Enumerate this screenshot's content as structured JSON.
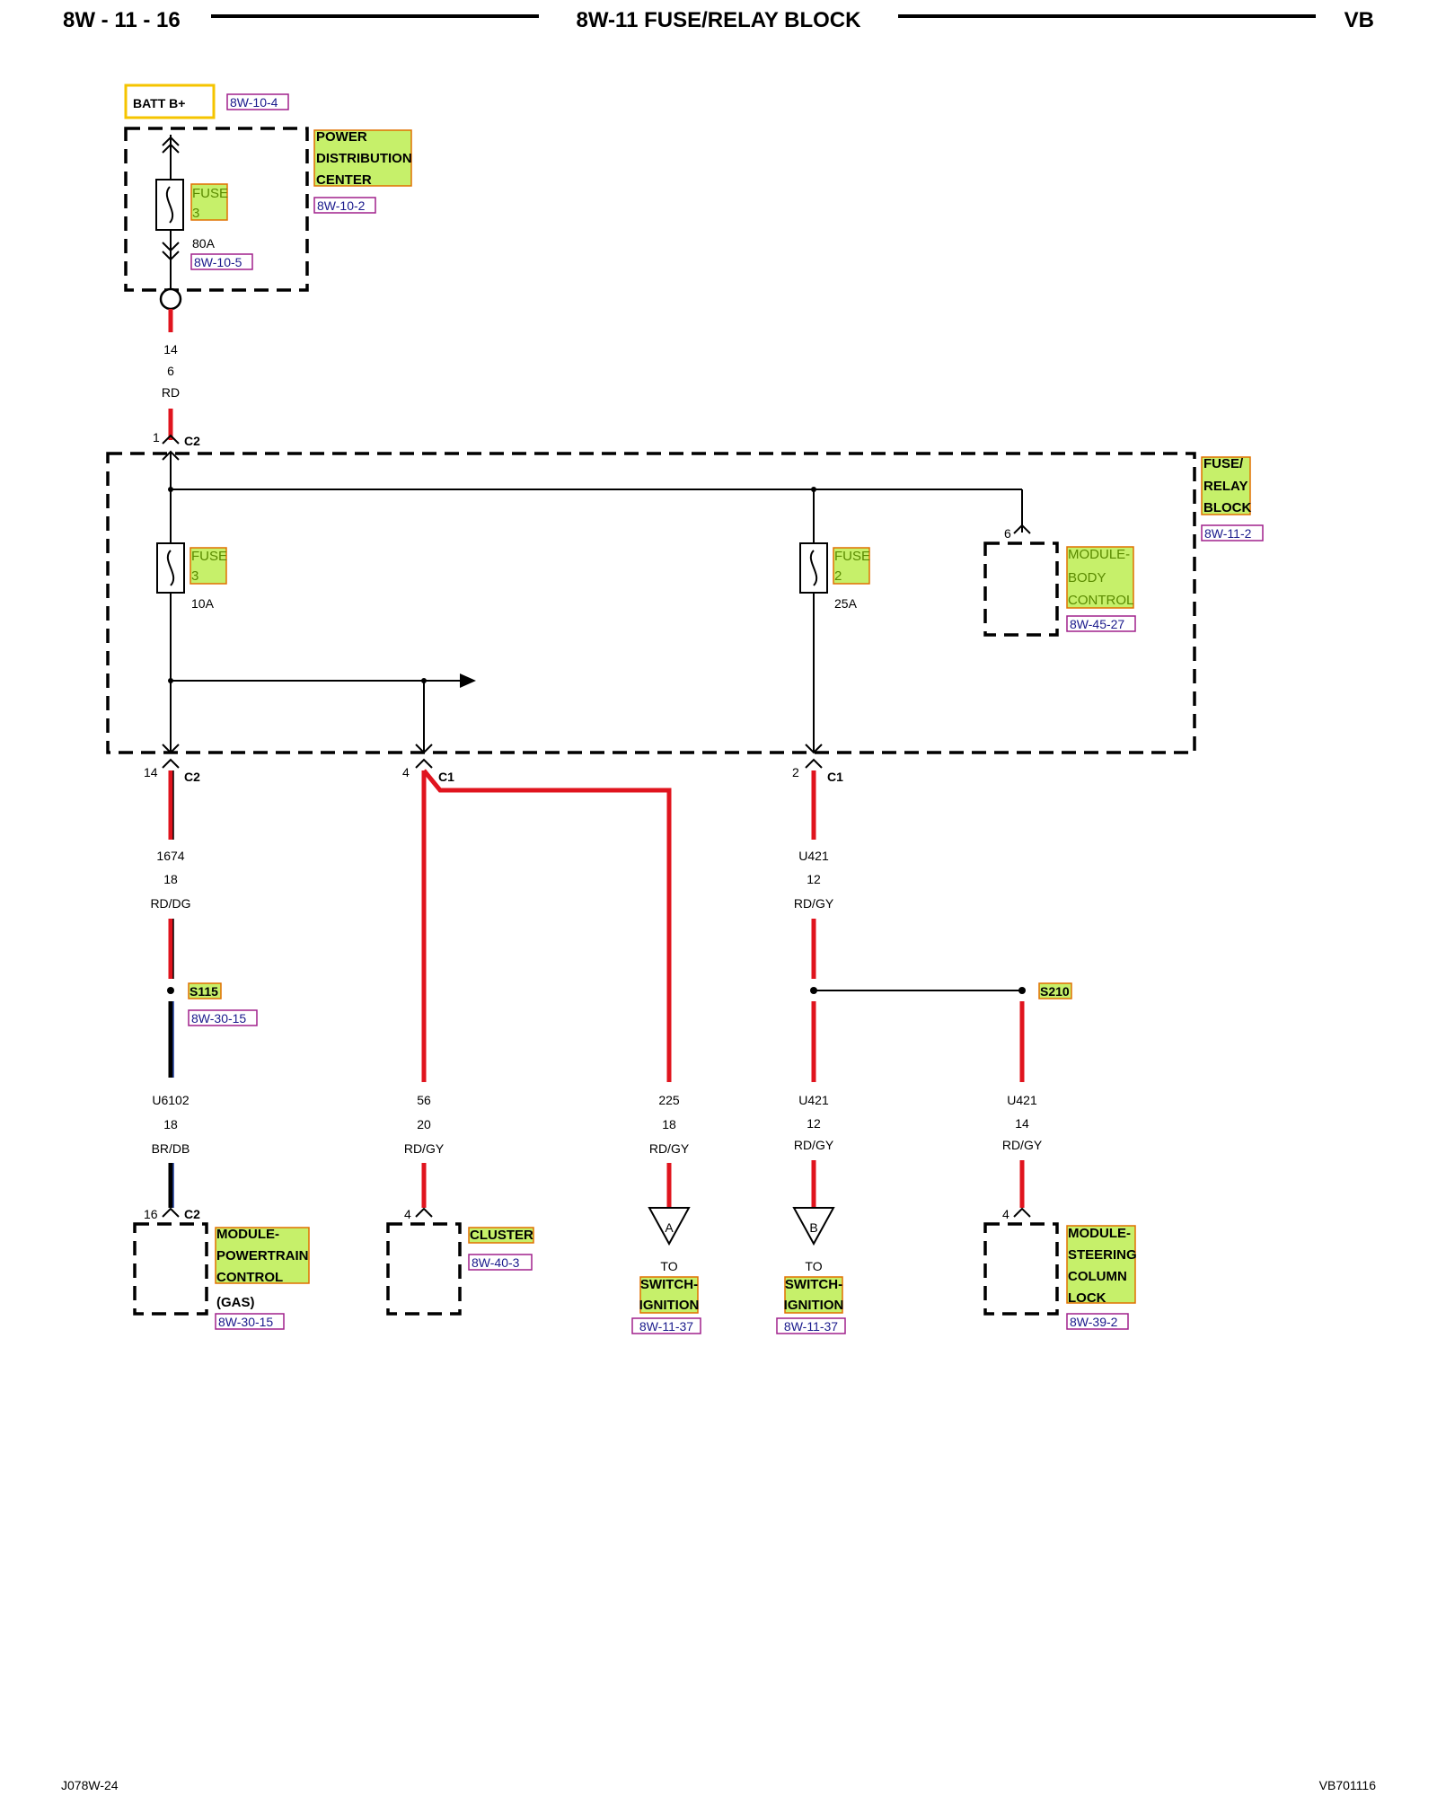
{
  "header": {
    "page_ref": "8W - 11 - 16",
    "title": "8W-11 FUSE/RELAY BLOCK",
    "model": "VB"
  },
  "footer": {
    "left_code": "J078W-24",
    "right_code": "VB701116"
  },
  "source": {
    "label": "BATT B+",
    "ref": "8W-10-4"
  },
  "pdc": {
    "name_lines": [
      "POWER",
      "DISTRIBUTION",
      "CENTER"
    ],
    "ref": "8W-10-2",
    "fuse_word": "FUSE",
    "fuse_num": "3",
    "fuse_rating": "80A",
    "fuse_ref": "8W-10-5"
  },
  "feed_wire": {
    "circuit": "14",
    "gauge": "6",
    "color": "RD",
    "pin": "1",
    "connector": "C2"
  },
  "frb": {
    "name_lines": [
      "FUSE/",
      "RELAY",
      "BLOCK"
    ],
    "ref": "8W-11-2",
    "fuse_a": {
      "word": "FUSE",
      "num": "3",
      "rating": "10A"
    },
    "fuse_b": {
      "word": "FUSE",
      "num": "2",
      "rating": "25A"
    },
    "bcm": {
      "pin": "6",
      "name_lines": [
        "MODULE-",
        "BODY",
        "CONTROL"
      ],
      "ref": "8W-45-27"
    }
  },
  "outputs": {
    "pin14": {
      "pin": "14",
      "connector": "C2"
    },
    "pin4": {
      "pin": "4",
      "connector": "C1"
    },
    "pin2": {
      "pin": "2",
      "connector": "C1"
    }
  },
  "wires": {
    "w1674": {
      "circuit": "1674",
      "gauge": "18",
      "color": "RD/DG"
    },
    "wu421_top": {
      "circuit": "U421",
      "gauge": "12",
      "color": "RD/GY"
    },
    "wu6102": {
      "circuit": "U6102",
      "gauge": "18",
      "color": "BR/DB"
    },
    "w56": {
      "circuit": "56",
      "gauge": "20",
      "color": "RD/GY"
    },
    "w225": {
      "circuit": "225",
      "gauge": "18",
      "color": "RD/GY"
    },
    "wu421_b": {
      "circuit": "U421",
      "gauge": "12",
      "color": "RD/GY"
    },
    "wu421_c": {
      "circuit": "U421",
      "gauge": "14",
      "color": "RD/GY"
    }
  },
  "splices": {
    "s115": {
      "label": "S115",
      "ref": "8W-30-15"
    },
    "s210": {
      "label": "S210"
    }
  },
  "destinations": {
    "pcm": {
      "pin": "16",
      "connector": "C2",
      "name_lines": [
        "MODULE-",
        "POWERTRAIN",
        "CONTROL"
      ],
      "note": "(GAS)",
      "ref": "8W-30-15"
    },
    "cluster": {
      "pin": "4",
      "name": "CLUSTER",
      "ref": "8W-40-3"
    },
    "switch_a": {
      "letter": "A",
      "to": "TO",
      "name_lines": [
        "SWITCH-",
        "IGNITION"
      ],
      "ref": "8W-11-37"
    },
    "switch_b": {
      "letter": "B",
      "to": "TO",
      "name_lines": [
        "SWITCH-",
        "IGNITION"
      ],
      "ref": "8W-11-37"
    },
    "sccl": {
      "pin": "4",
      "name_lines": [
        "MODULE-",
        "STEERING",
        "COLUMN",
        "LOCK"
      ],
      "ref": "8W-39-2"
    }
  }
}
